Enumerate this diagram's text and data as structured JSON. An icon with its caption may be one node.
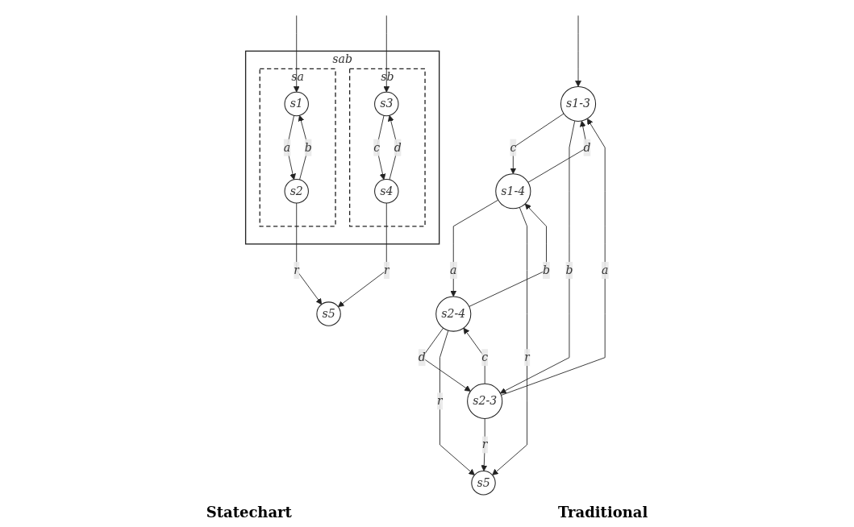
{
  "diagram": {
    "nodes": [
      {
        "text": [
          "s1-3"
        ]
      },
      {
        "text": [
          "s1-4"
        ]
      },
      {
        "text": [
          "s2-3"
        ]
      },
      {
        "text": [
          "s2-4"
        ]
      },
      {
        "text": [
          "s5"
        ]
      },
      {
        "text": [
          "sab"
        ]
      },
      {
        "text": [
          "sa"
        ],
        "in": 5
      },
      {
        "text": [
          "sb"
        ],
        "in": 5
      },
      {
        "text": [
          "s1"
        ],
        "in": 6
      },
      {
        "text": [
          "s2"
        ],
        "in": 6
      },
      {
        "text": [
          "s3"
        ],
        "in": 7
      },
      {
        "text": [
          "s4"
        ],
        "in": 7
      },
      {
        "text": [
          "s5"
        ]
      }
    ],
    "edges": [
      {
        "from": null,
        "to": 0,
        "arrow": "to"
      },
      {
        "from": 0,
        "to": 1,
        "label": "c",
        "arrow": "to"
      },
      {
        "from": 1,
        "to": 0,
        "label": "d",
        "arrow": "to"
      },
      {
        "from": 0,
        "to": 2,
        "label": "b",
        "arrow": "to"
      },
      {
        "from": 2,
        "to": 0,
        "label": "a",
        "arrow": "to"
      },
      {
        "from": 3,
        "to": 1,
        "label": "b",
        "arrow": "to"
      },
      {
        "from": 1,
        "to": 3,
        "label": "a",
        "arrow": "to"
      },
      {
        "from": 1,
        "to": 4,
        "label": "r",
        "arrow": "to"
      },
      {
        "from": 3,
        "to": 2,
        "label": "d",
        "arrow": "to"
      },
      {
        "from": 2,
        "to": 3,
        "label": "c",
        "arrow": "to"
      },
      {
        "from": 3,
        "to": 4,
        "label": "r",
        "arrow": "to"
      },
      {
        "from": 2,
        "to": 4,
        "label": "r",
        "arrow": "to"
      },
      {
        "from": null,
        "to": 8,
        "arrow": "to"
      },
      {
        "from": null,
        "to": 10,
        "arrow": "to"
      },
      {
        "from": 9,
        "to": 8,
        "label": "b",
        "arrow": "to"
      },
      {
        "from": 8,
        "to": 9,
        "label": "a",
        "arrow": "to"
      },
      {
        "from": 11,
        "to": 10,
        "label": "d",
        "arrow": "to"
      },
      {
        "from": 10,
        "to": 11,
        "label": "c",
        "arrow": "to"
      },
      {
        "from": 9,
        "to": 12,
        "label": "r",
        "arrow": "to"
      },
      {
        "from": 11,
        "to": 12,
        "label": "r",
        "arrow": "to"
      }
    ],
    "labels": [
      "Traditional",
      "Statechart"
    ]
  }
}
